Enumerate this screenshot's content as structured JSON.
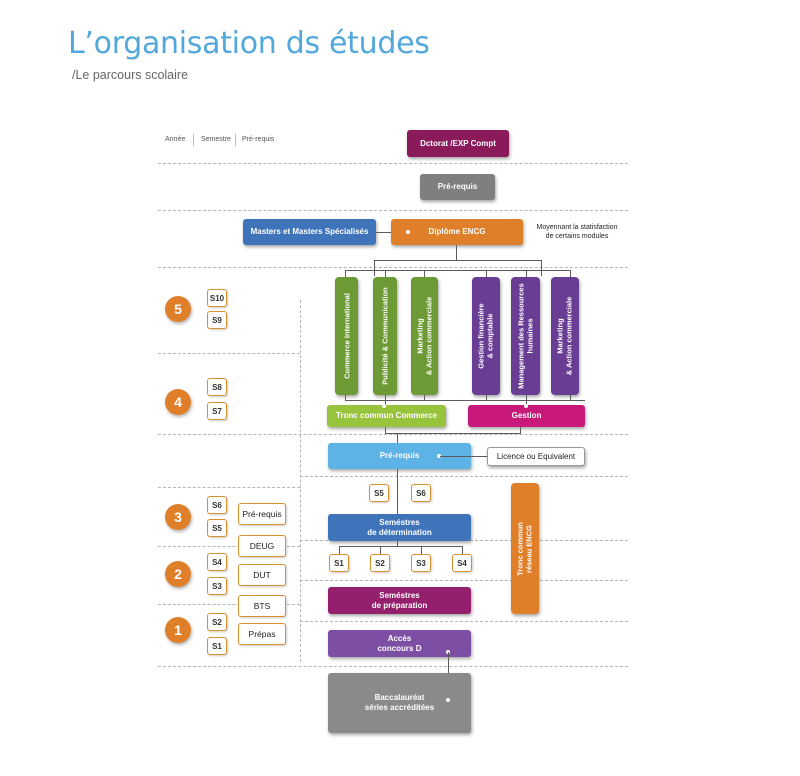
{
  "header": {
    "title": "L’organisation ds études",
    "subtitle": "/Le parcours scolaire"
  },
  "columns": {
    "annee": "Année",
    "semestre": "Semestre",
    "prerequis": "Pré-requis"
  },
  "top": {
    "doctorat": "Dctorat /EXP Compt",
    "prerequis": "Pré-requis",
    "masters": "Masters et Masters Spécialisés",
    "diplome": "Diplôme ENCG",
    "note": "Moyennant la statisfaction\nde certains modules"
  },
  "years": {
    "y5": "5",
    "y4": "4",
    "y3": "3",
    "y2": "2",
    "y1": "1"
  },
  "semesters": {
    "s10": "S10",
    "s9": "S9",
    "s8": "S8",
    "s7": "S7",
    "s6": "S6",
    "s5": "S5",
    "s4": "S4",
    "s3": "S3",
    "s2": "S2",
    "s1": "S1"
  },
  "prereq_col": {
    "prerequis": "Pré-requis",
    "deug": "DEUG",
    "dut": "DUT",
    "bts": "BTS",
    "prepas": "Prépas"
  },
  "specializations": {
    "commerce": [
      "Commerce International",
      "Publicité & Communication",
      "Marketing\n& Action commerciale"
    ],
    "gestion": [
      "Gestion financière\n& comptable",
      "Management des Ressources\nhumaines",
      "Marketing\n& Action commerciale"
    ]
  },
  "tronc": {
    "commerce": "Tronc commun Commerce",
    "gestion": "Gestion",
    "reseau": "Tronc commun\nréseau ENCG"
  },
  "middle": {
    "prerequis": "Pré-requis",
    "licence": "Licence ou Equivalent",
    "s5": "S5",
    "s6": "S6",
    "determination": "Seméstres\nde détermination",
    "s1": "S1",
    "s2": "S2",
    "s3": "S3",
    "s4": "S4",
    "preparation": "Seméstres\nde préparation",
    "acces": "Accès\nconcours D",
    "bac": "Baccalauréat\nséries accréditées"
  },
  "colors": {
    "title": "#52a8dc",
    "orange": "#e07f2a",
    "magenta": "#8a1a5a",
    "gray": "#7f7f7f",
    "blue": "#3f74bb",
    "lightblue": "#5db2e6",
    "green": "#6e9a35",
    "lime": "#98c43d",
    "purple": "#6a3d95",
    "pink": "#c8197a",
    "prep": "#941f6c",
    "violet": "#7c4fa5",
    "bac": "#8a8a8a"
  }
}
